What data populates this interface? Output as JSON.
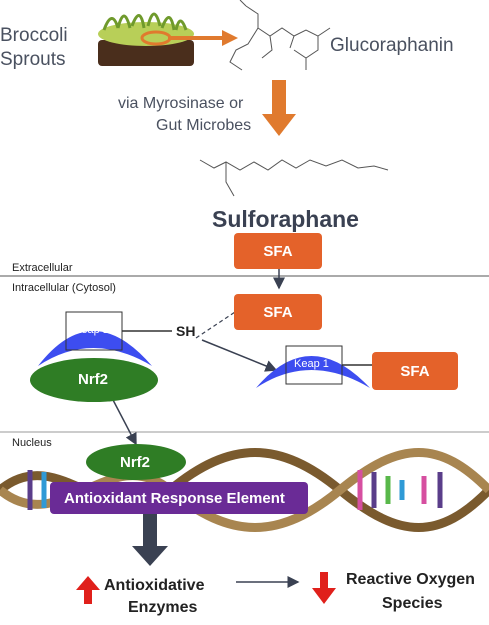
{
  "labels": {
    "broccoli": [
      "Broccoli",
      "Sprouts"
    ],
    "glucoraphanin": "Glucoraphanin",
    "enzyme": [
      "via Myrosinase or",
      "Gut Microbes"
    ],
    "sulforaphane": "Sulforaphane",
    "sfa": "SFA",
    "extracellular": "Extracellular",
    "intracellular": "Intracellular (Cytosol)",
    "keap1": "Keap 1",
    "sh": "SH",
    "nrf2": "Nrf2",
    "nucleus": "Nucleus",
    "are": "Antioxidant Response Element",
    "antioxidative": [
      "Antioxidative",
      "Enzymes"
    ],
    "ros": [
      "Reactive Oxygen",
      "Species"
    ]
  },
  "colors": {
    "orange": "#e4622a",
    "orange_arrow": "#e07a2e",
    "blue": "#3d4df0",
    "green": "#2f7d25",
    "purple": "#6a2b96",
    "red": "#e0201b",
    "dark": "#3a4152"
  }
}
